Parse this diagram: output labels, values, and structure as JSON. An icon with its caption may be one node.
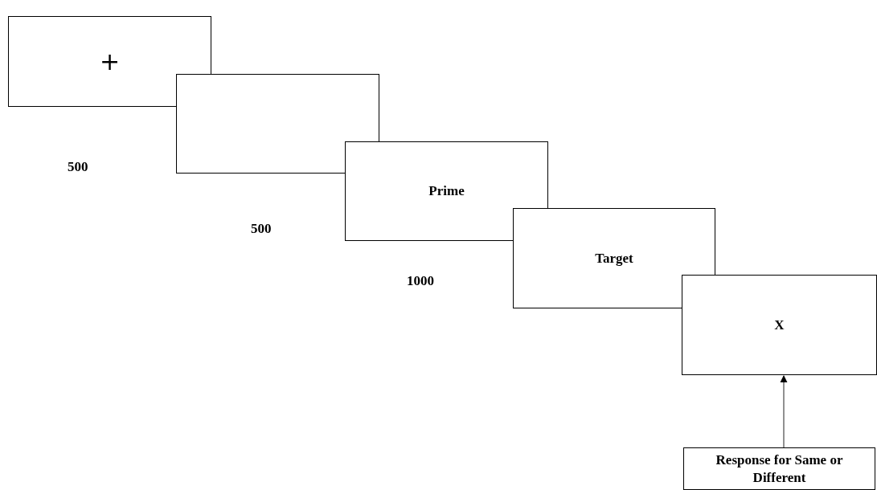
{
  "diagram": {
    "nodes": [
      {
        "text": [
          "+"
        ]
      },
      {
        "text": [],
        "shape": "box"
      },
      {
        "text": [
          "Prime"
        ]
      },
      {
        "text": [
          "Target"
        ]
      },
      {
        "text": [
          "X"
        ]
      },
      {
        "text": [
          "Response for Same or Different"
        ]
      }
    ],
    "edges": [
      {
        "from": 5,
        "to": 4,
        "arrow": "to"
      }
    ],
    "labels": [
      "500",
      "500",
      "1000"
    ]
  }
}
